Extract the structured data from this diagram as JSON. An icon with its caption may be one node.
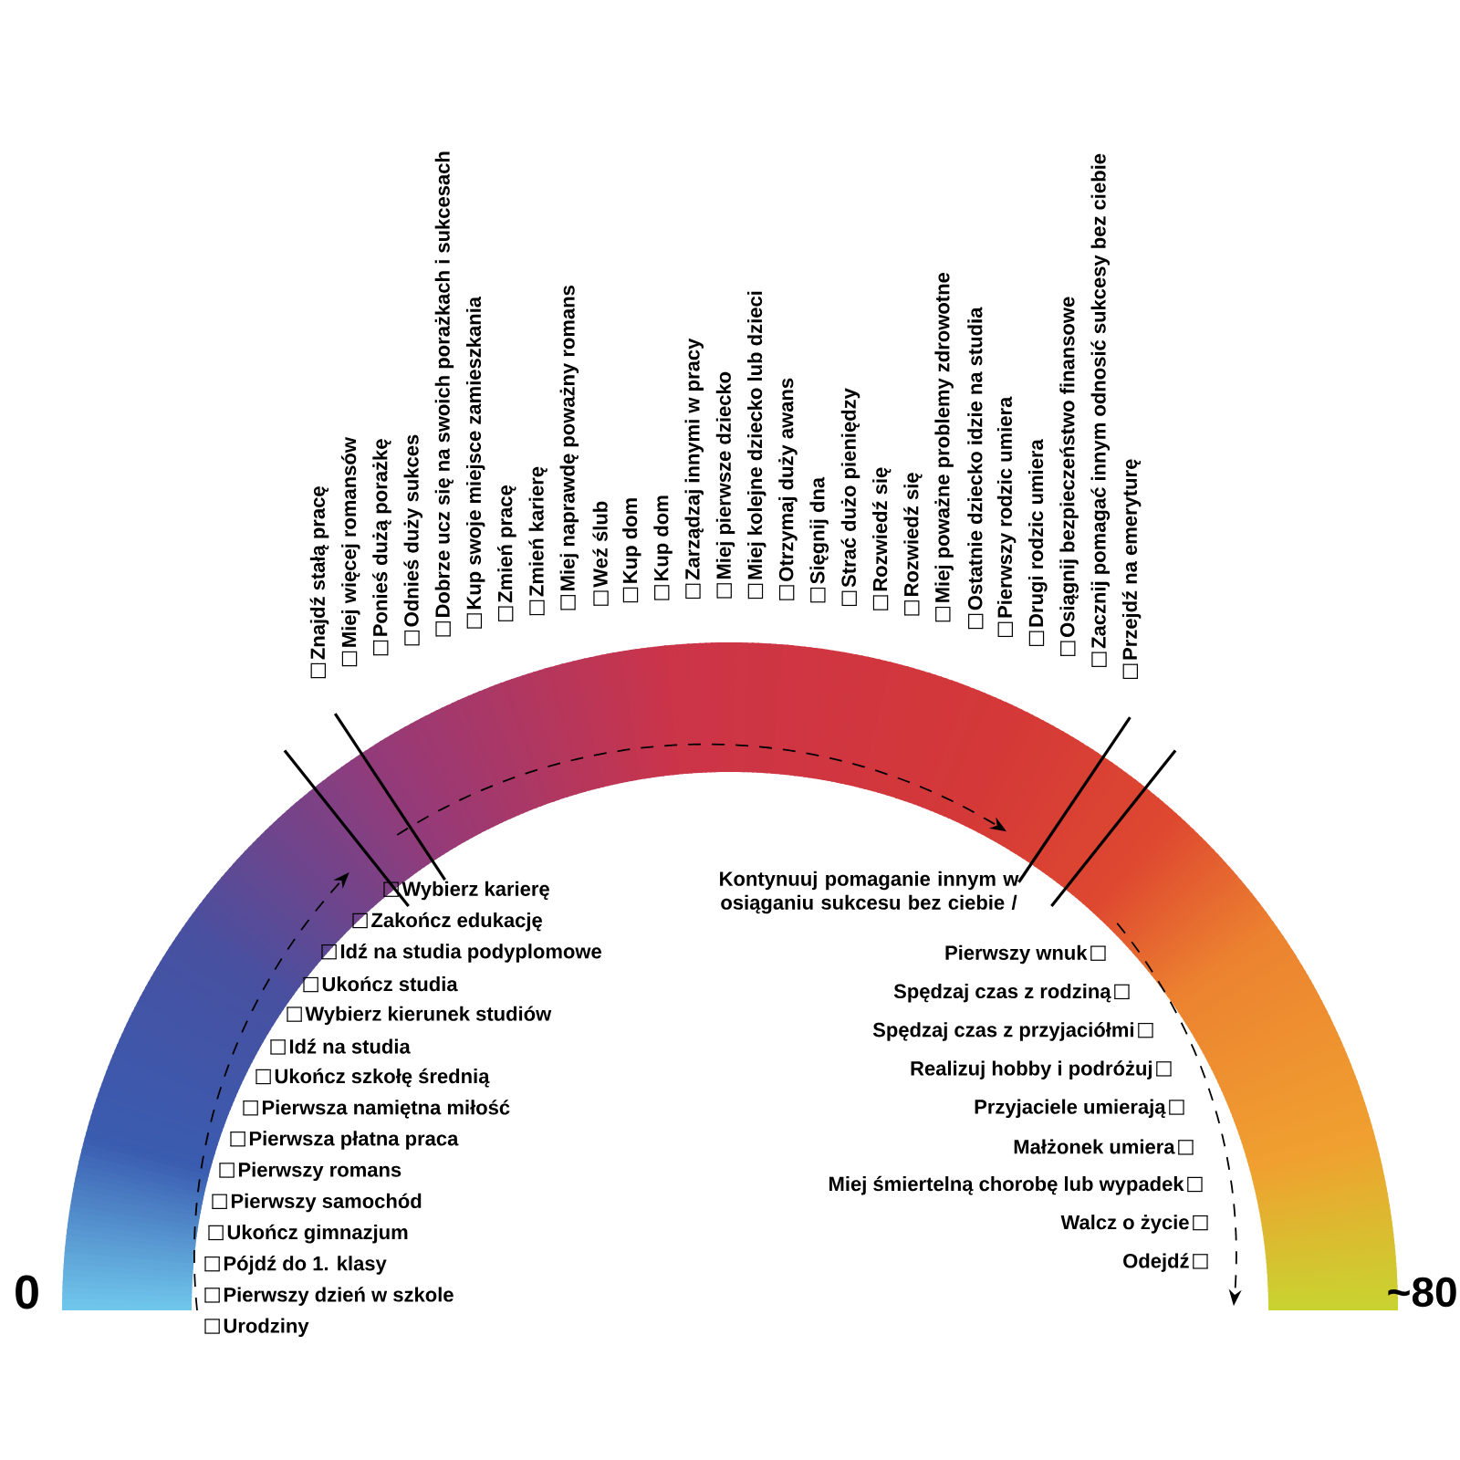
{
  "diagram": {
    "labels": [
      "0",
      "~80",
      "Znajdź stałą pracę",
      "Miej więcej romansów",
      "Ponieś dużą porażkę",
      "Odnieś duży sukces",
      "Dobrze ucz się na swoich porażkach i sukcesach",
      "Kup swoje miejsce zamieszkania",
      "Zmień pracę",
      "Zmień karierę",
      "Miej naprawdę poważny romans",
      "Weź ślub",
      "Kup dom",
      "Kup dom",
      "Zarządzaj innymi w pracy",
      "Miej pierwsze dziecko",
      "Miej kolejne dziecko lub dzieci",
      "Otrzymaj duży awans",
      "Sięgnij dna",
      "Strać dużo pieniędzy",
      "Rozwiedź się",
      "Rozwiedź się",
      "Miej poważne problemy zdrowotne",
      "Ostatnie dziecko idzie na studia",
      "Pierwszy rodzic umiera",
      "Drugi rodzic umiera",
      "Osiągnij bezpieczeństwo finansowe",
      "Zacznij pomagać innym odnosić sukcesy bez ciebie",
      "Przejdź na emeryturę",
      "Wybierz karierę",
      "Zakończ edukację",
      "Idź na studia podyplomowe",
      "Ukończ studia",
      "Wybierz kierunek studiów",
      "Idź na studia",
      "Ukończ szkołę średnią",
      "Pierwsza namiętna miłość",
      "Pierwsza płatna praca",
      "Pierwszy romans",
      "Pierwszy samochód",
      "Ukończ gimnazjum",
      "Pójdź do 1. klasy",
      "Pierwszy dzień w szkole",
      "Urodziny",
      "Kontynuuj pomaganie innym w osiąganiu sukcesu bez ciebie /",
      "Pierwszy wnuk",
      "Spędzaj czas z rodziną",
      "Spędzaj czas z przyjaciółmi",
      "Realizuj hobby i podróżuj",
      "Przyjaciele umierają",
      "Małżonek umiera",
      "Miej śmiertelną chorobę lub wypadek",
      "Walcz o życie",
      "Odejdź"
    ]
  }
}
